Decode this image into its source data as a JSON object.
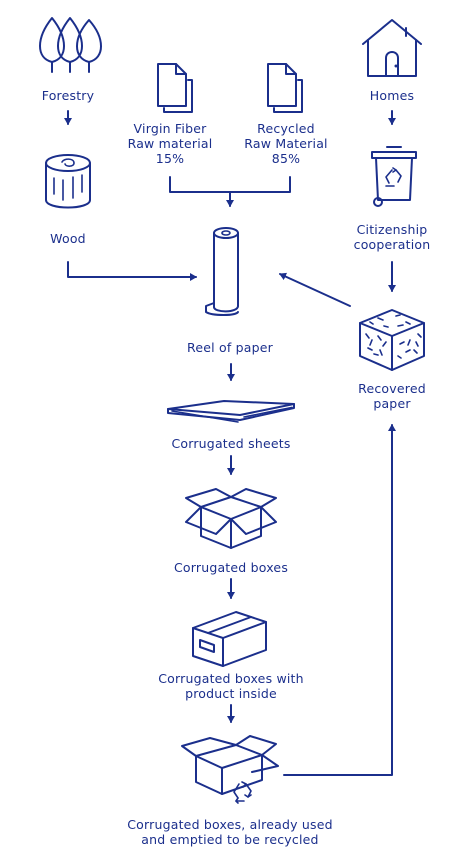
{
  "colors": {
    "ink": "#1b2f8c",
    "background": "#ffffff"
  },
  "nodes": {
    "forestry": {
      "label": "Forestry",
      "icon": "trees-icon"
    },
    "wood": {
      "label": "Wood",
      "icon": "log-icon"
    },
    "virgin_fiber": {
      "label": "Virgin Fiber\nRaw material\n15%",
      "icon": "document-icon"
    },
    "recycled_raw": {
      "label": "Recycled\nRaw Material\n85%",
      "icon": "document-icon"
    },
    "homes": {
      "label": "Homes",
      "icon": "house-icon"
    },
    "citizenship": {
      "label": "Citizenship\ncooperation",
      "icon": "recycling-bin-icon"
    },
    "reel": {
      "label": "Reel of paper",
      "icon": "paper-reel-icon"
    },
    "recovered": {
      "label": "Recovered\npaper",
      "icon": "paper-bale-icon"
    },
    "sheets": {
      "label": "Corrugated sheets",
      "icon": "corrugated-sheet-icon"
    },
    "boxes": {
      "label": "Corrugated boxes",
      "icon": "open-box-icon"
    },
    "boxes_product": {
      "label": "Corrugated boxes with\nproduct inside",
      "icon": "closed-box-icon"
    },
    "boxes_used": {
      "label": "Corrugated boxes, already used\nand emptied to be recycled",
      "icon": "recycled-box-icon"
    }
  }
}
